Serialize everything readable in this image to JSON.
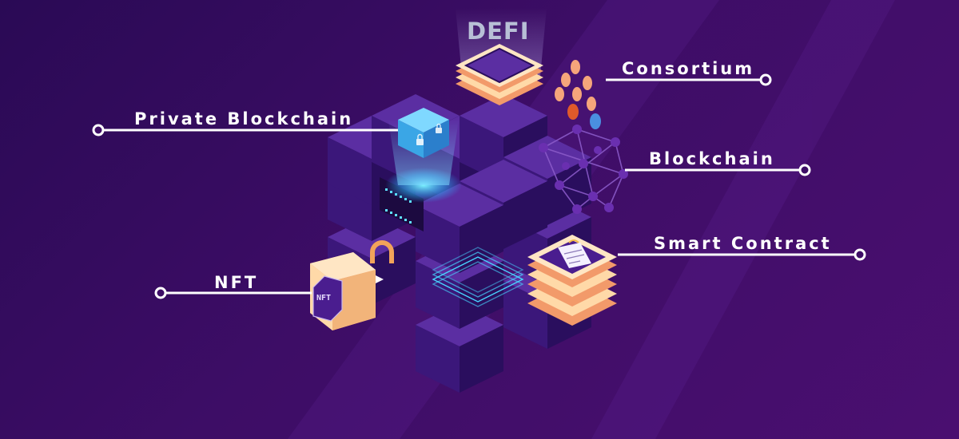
{
  "labels": {
    "defi": "DEFI",
    "consortium": "Consortium",
    "private_blockchain": "Private Blockchain",
    "blockchain": "Blockchain",
    "smart_contract": "Smart Contract",
    "nft": "NFT"
  },
  "icons": {
    "nft_badge": "NFT"
  },
  "colors": {
    "background_start": "#2a0a55",
    "background_end": "#4a0f70",
    "cube_top": "#5a2ba0",
    "cube_left": "#3a1578",
    "cube_right": "#2c0f60",
    "accent_peach": "#ffd9a8",
    "accent_orange": "#f29a6a",
    "accent_cyan": "#36e4ff",
    "connector": "#ffffff"
  }
}
